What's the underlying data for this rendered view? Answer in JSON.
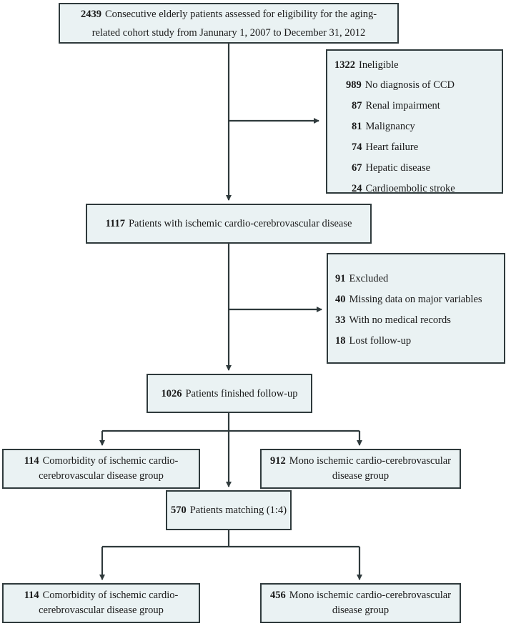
{
  "flowchart": {
    "start": {
      "count": "2439",
      "line1": "Consecutive elderly patients assessed for eligibility for the aging-",
      "line2": "related cohort study from Janunary 1, 2007 to December 31, 2012"
    },
    "ineligible": {
      "count": "1322",
      "label": "Ineligible",
      "items": [
        {
          "count": "989",
          "label": "No diagnosis of CCD"
        },
        {
          "count": "87",
          "label": "Renal impairment"
        },
        {
          "count": "81",
          "label": "Malignancy"
        },
        {
          "count": "74",
          "label": "Heart failure"
        },
        {
          "count": "67",
          "label": "Hepatic disease"
        },
        {
          "count": "24",
          "label": "Cardioembolic stroke"
        }
      ]
    },
    "ischemic": {
      "count": "1117",
      "label": "Patients with ischemic cardio-cerebrovascular disease"
    },
    "excluded": {
      "count": "91",
      "label": "Excluded",
      "items": [
        {
          "count": "40",
          "label": "Missing data on major variables"
        },
        {
          "count": "33",
          "label": "With no medical records"
        },
        {
          "count": "18",
          "label": "Lost follow-up"
        }
      ]
    },
    "finished": {
      "count": "1026",
      "label": "Patients finished follow-up"
    },
    "comorbidity_1": {
      "count": "114",
      "line1": "Comorbidity of ischemic cardio-",
      "line2": "cerebrovascular disease group"
    },
    "mono_1": {
      "count": "912",
      "line1": "Mono ischemic cardio-cerebrovascular",
      "line2": "disease group"
    },
    "matching": {
      "count": "570",
      "label": "Patients matching (1:4)"
    },
    "comorbidity_2": {
      "count": "114",
      "line1": "Comorbidity of ischemic cardio-",
      "line2": "cerebrovascular disease group"
    },
    "mono_2": {
      "count": "456",
      "line1": "Mono ischemic cardio-cerebrovascular",
      "line2": "disease group"
    }
  }
}
